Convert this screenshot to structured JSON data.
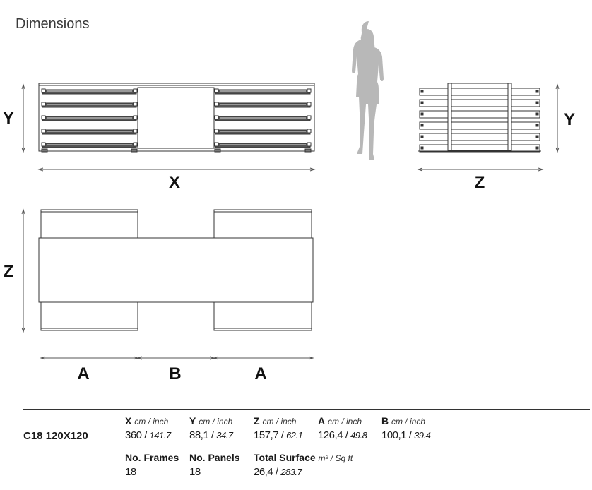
{
  "title": "Dimensions",
  "labels": {
    "x": "X",
    "y": "Y",
    "z": "Z",
    "a": "A",
    "b": "B"
  },
  "table": {
    "model": "C18 120X120",
    "unit_cm_inch": "cm / inch",
    "unit_surface": "m² / Sq ft",
    "dimensions": [
      {
        "key": "X",
        "cm": "360",
        "inch": "141.7"
      },
      {
        "key": "Y",
        "cm": "88,1",
        "inch": "34.7"
      },
      {
        "key": "Z",
        "cm": "157,7",
        "inch": "62.1"
      },
      {
        "key": "A",
        "cm": "126,4",
        "inch": "49.8"
      },
      {
        "key": "B",
        "cm": "100,1",
        "inch": "39.4"
      }
    ],
    "frames_label": "No. Frames",
    "frames": "18",
    "panels_label": "No. Panels",
    "panels": "18",
    "surface_label": "Total Surface",
    "surface_m2": "26,4",
    "surface_sqft": "283.7"
  }
}
